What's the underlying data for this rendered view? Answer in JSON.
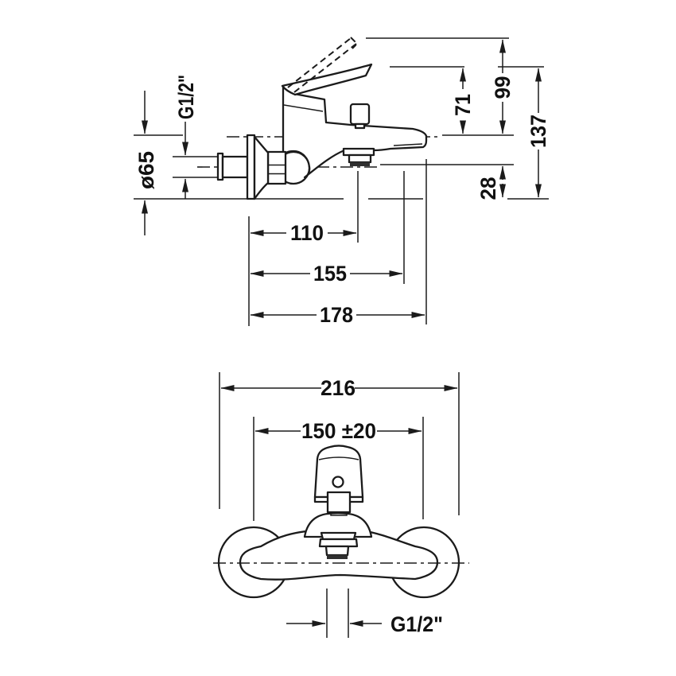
{
  "app": {
    "name": "bath-mixer-technical-drawing",
    "background": "#ffffff",
    "line_color": "#1b1b1b"
  },
  "side_view": {
    "name": "side-elevation",
    "dims": {
      "thread": "G1/2\"",
      "escutcheon_diameter": "ø65",
      "wall_to_outlet_axis": "110",
      "wall_to_spout_end": "155",
      "total_projection": "178",
      "axis_to_lever_top": "71",
      "axis_to_lever_raised": "99",
      "total_height": "137",
      "axis_to_spout_underside": "28"
    }
  },
  "front_view": {
    "name": "front-elevation",
    "dims": {
      "overall_width": "216",
      "connection_centres": "150 ±20",
      "outlet_thread": "G1/2\""
    }
  }
}
